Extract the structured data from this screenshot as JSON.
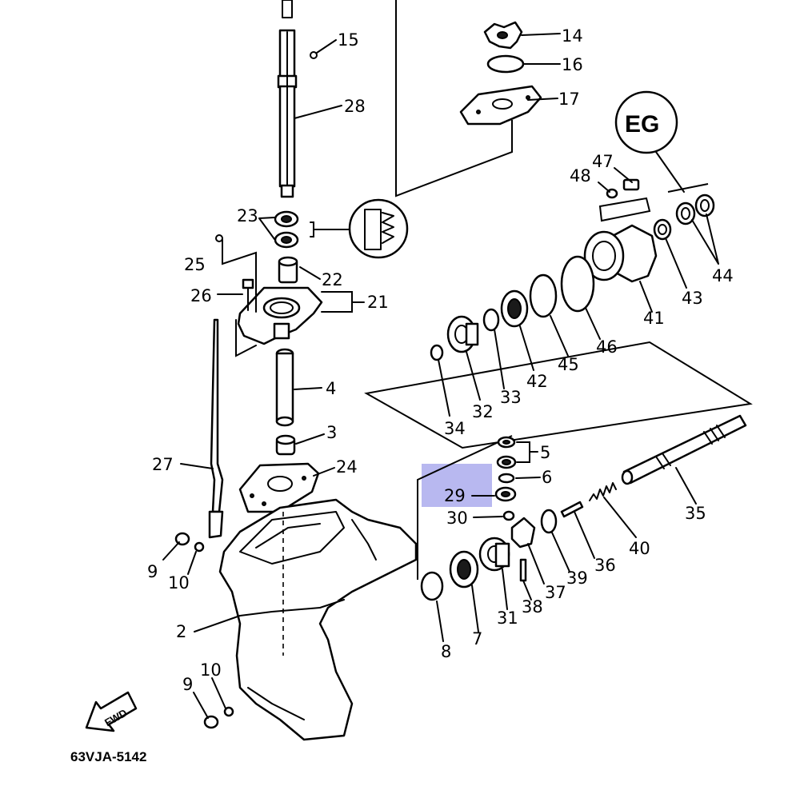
{
  "diagram": {
    "callouts": [
      "14",
      "16",
      "17",
      "15",
      "28",
      "47",
      "48",
      "23",
      "25",
      "22",
      "21",
      "26",
      "43",
      "44",
      "41",
      "46",
      "45",
      "42",
      "33",
      "32",
      "34",
      "4",
      "3",
      "5",
      "6",
      "24",
      "27",
      "29",
      "30",
      "35",
      "40",
      "36",
      "39",
      "37",
      "38",
      "31",
      "9",
      "10",
      "2",
      "7",
      "8",
      "9",
      "10"
    ],
    "highlighted_part": "29",
    "highlight_color": "#b8b8f0",
    "seal_label": "EG",
    "direction_label": "FWD",
    "diagram_code": "63VJA-5142"
  }
}
